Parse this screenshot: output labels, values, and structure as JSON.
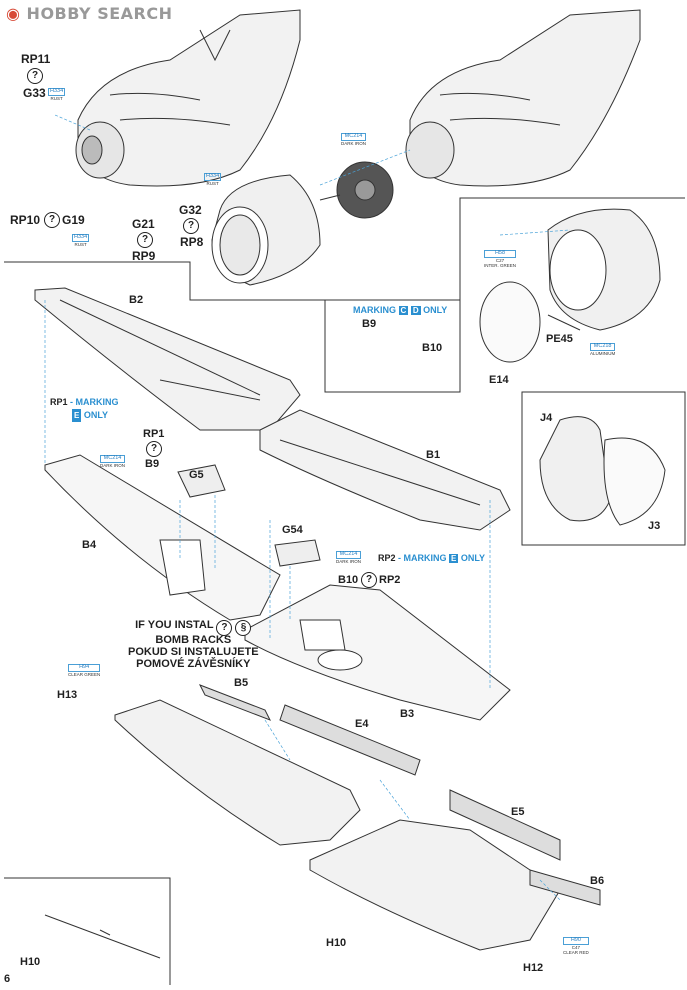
{
  "watermark": {
    "text": "HOBBY SEARCH"
  },
  "page_number": "6",
  "parts": {
    "rp11": "RP11",
    "g33": "G33",
    "rp10": "RP10",
    "g19": "G19",
    "g21": "G21",
    "rp9": "RP9",
    "g32": "G32",
    "rp8": "RP8",
    "b2": "B2",
    "b1": "B1",
    "b4": "B4",
    "b3": "B3",
    "b9": "B9",
    "b9b": "B9",
    "b10": "B10",
    "b10b": "B10",
    "rp1": "RP1",
    "rp2": "RP2",
    "g5": "G5",
    "g54": "G54",
    "b5": "B5",
    "e4": "E4",
    "e5": "E5",
    "b6": "B6",
    "h13": "H13",
    "h10a": "H10",
    "h10b": "H10",
    "h12": "H12",
    "pe45": "PE45",
    "e14": "E14",
    "j4": "J4",
    "j3": "J3"
  },
  "paints": {
    "h334a": {
      "code": "H334",
      "name": "RUST"
    },
    "h334b": {
      "code": "H334",
      "name": "RUST"
    },
    "h334c": {
      "code": "H334",
      "name": "RUST"
    },
    "mc214a": {
      "code": "MC214",
      "name": "DARK IRON"
    },
    "mc214b": {
      "code": "MC214",
      "name": "DARK IRON"
    },
    "mc214c": {
      "code": "MC214",
      "name": "DARK IRON"
    },
    "h58": {
      "code": "H58",
      "sub": "C27",
      "name": "INTER. GREEN"
    },
    "mc218": {
      "code": "MC218",
      "name": "ALUMINIUM"
    },
    "h94": {
      "code": "H94",
      "name": "CLEAR GREEN"
    },
    "h90": {
      "code": "H90",
      "sub": "C47",
      "name": "CLEAR RED"
    }
  },
  "notes": {
    "marking_cd": {
      "prefix": "MARKING",
      "c": "C",
      "d": "D",
      "suffix": "ONLY"
    },
    "rp1_marking": {
      "part": "RP1",
      "dash": " - MARKING",
      "e": "E",
      "suffix": "ONLY"
    },
    "rp2_marking": {
      "part": "RP2",
      "dash": " - MARKING",
      "e": "E",
      "suffix": "ONLY"
    }
  },
  "bomb_text": {
    "line1": "IF YOU INSTAL",
    "line2": "BOMB RACKS",
    "line3": "POKUD SI INSTALUJETE",
    "line4": "POMOVÉ ZÁVĚSNÍKY"
  },
  "symbols": {
    "question": "?",
    "optional": "§"
  }
}
